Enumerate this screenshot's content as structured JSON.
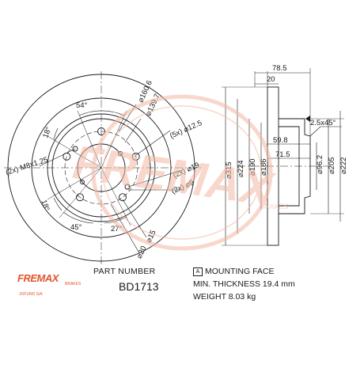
{
  "front_view": {
    "angle_top": "54°",
    "angle_upper_left": "18°",
    "angle_lower_left": "18°",
    "angle_bottom": "45°",
    "angle_bottom_right": "27°",
    "pcd_outer": "⌀160.6",
    "pcd_inner": "⌀139.7",
    "holes_5x": "(5x) ⌀12.5",
    "holes_2x_m8": "(2x) M8x1.25",
    "holes_2x_19": "(2x) ⌀19",
    "holes_2x_9": "(2x) ⌀9",
    "dia_15": "⌀15",
    "dia_20": "⌀20"
  },
  "side_view": {
    "width_total": "78.5",
    "width_20": "20",
    "chamfer": "2.5x45°",
    "depth_59_8": "59.8",
    "depth_71_5": "71.5",
    "dia_315": "⌀315",
    "dia_224": "⌀224",
    "dia_190": "⌀190",
    "dia_186": "⌀186",
    "dia_96_2": "⌀96.2",
    "dia_205": "⌀205",
    "dia_222": "⌀222"
  },
  "info": {
    "part_number_label": "PART NUMBER",
    "part_number": "BD1713",
    "mounting_face_symbol": "A",
    "mounting_face": "MOUNTING FACE",
    "min_thickness": "MIN. THICKNESS 19.4 mm",
    "weight": "WEIGHT 8.03 kg"
  },
  "brand": {
    "logo": "FREMAX",
    "logo_sub": "BRAKES",
    "tagline": "JOFUND S/A",
    "watermark_sub": "BRAKES"
  },
  "colors": {
    "line": "#1a1a1a",
    "brand": "#e2552c",
    "watermark": "#f3b8a3"
  }
}
